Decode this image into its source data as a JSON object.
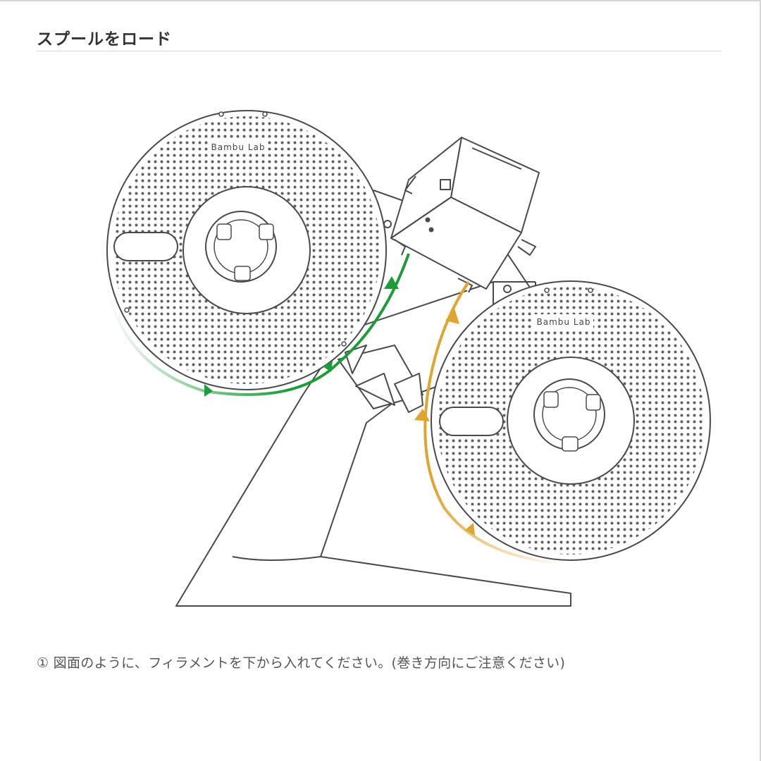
{
  "title": "スプールをロード",
  "caption": "① 図面のように、フィラメントを下から入れてください。(巻き方向にご注意ください)",
  "spools": [
    {
      "brand_text": "Bambu Lab"
    },
    {
      "brand_text": "Bambu Lab"
    }
  ],
  "colors": {
    "green_path": "#1e9c3a",
    "yellow_path": "#e0a430",
    "outline": "#4a4a4a"
  },
  "icons": [
    "spool-left",
    "spool-right",
    "spool-holder-stand",
    "feed-unit",
    "green-arrow",
    "yellow-arrow"
  ]
}
